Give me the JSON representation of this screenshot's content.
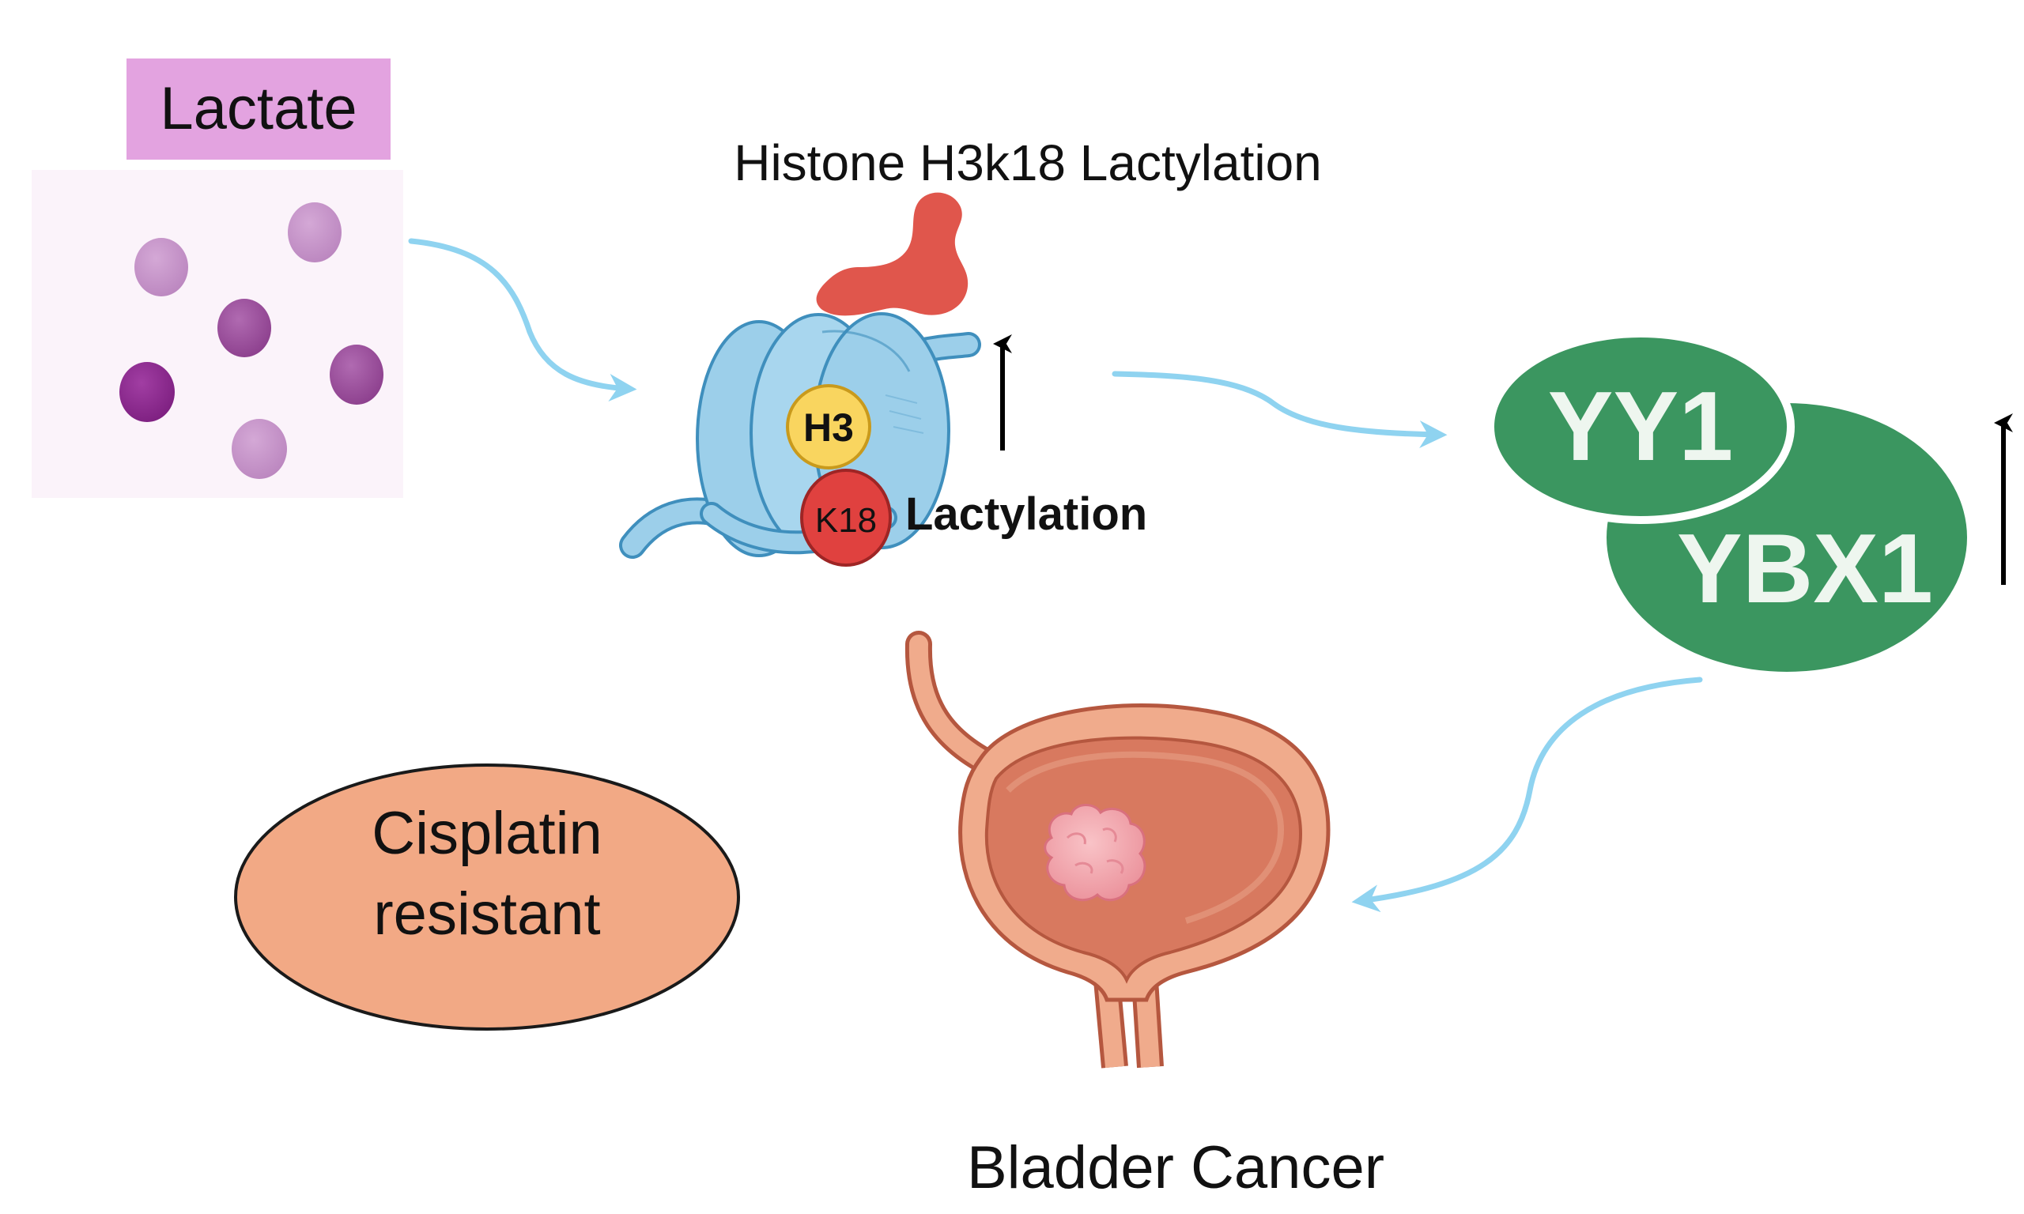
{
  "labels": {
    "lactate": "Lactate",
    "histone_title": "Histone H3k18 Lactylation",
    "h3": "H3",
    "k18": "K18",
    "lactylation": "Lactylation",
    "yy1": "YY1",
    "ybx1": "YBX1",
    "cisplatin_line1": "Cisplatin",
    "cisplatin_line2": "resistant",
    "bladder_cancer": "Bladder Cancer"
  },
  "colors": {
    "lactate_label_bg": "#e3a3e0",
    "lactate_panel_bg": "#fbf3fa",
    "dot_light": "#c693c9",
    "dot_mid": "#9c4f9c",
    "dot_dark": "#8e2b8e",
    "arrow_blue": "#8fd3f0",
    "nucleosome_blue": "#9ccfea",
    "nucleosome_stroke": "#3f8fbd",
    "h3_yellow": "#f9d55f",
    "k18_red": "#e0413f",
    "lactyl_red": "#e0564c",
    "protein_green": "#3b9660",
    "cisplatin_fill": "#f2a985",
    "bladder_outer": "#f0ab8c",
    "bladder_inner": "#d8795f",
    "tumor_pink": "#f3a1aa"
  },
  "icons": [
    "lactate-dots",
    "nucleosome-icon",
    "lactyl-group-icon",
    "bladder-icon",
    "tumor-icon",
    "up-arrow-icon",
    "curved-arrow-icon"
  ]
}
